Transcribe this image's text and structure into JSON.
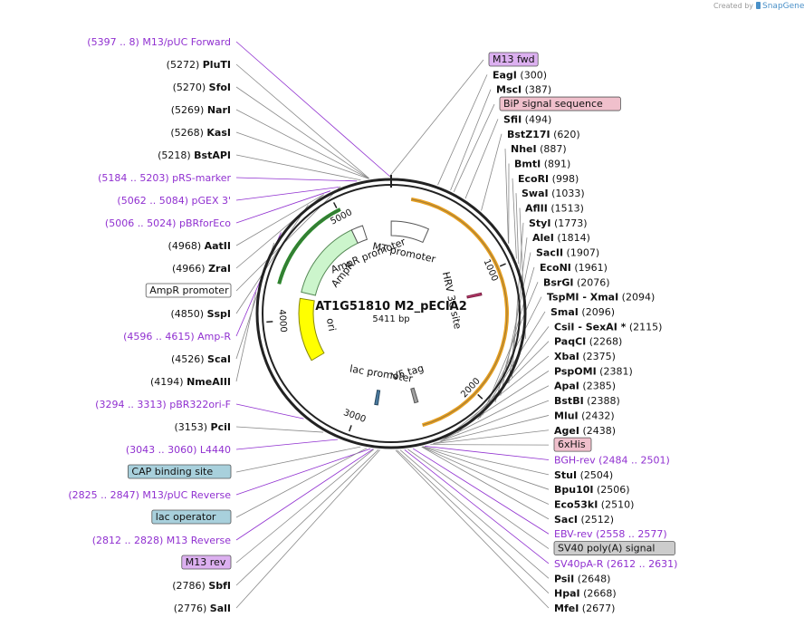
{
  "credit": {
    "text": "Created by",
    "brand": "SnapGene"
  },
  "plasmid": {
    "name": "AT1G51810 M2_pECIA2",
    "length": "5411 bp"
  },
  "tick_labels": [
    {
      "text": "1000",
      "pos": 1000
    },
    {
      "text": "2000",
      "pos": 2000
    },
    {
      "text": "3000",
      "pos": 3000
    },
    {
      "text": "4000",
      "pos": 4000
    },
    {
      "text": "5000",
      "pos": 5000
    }
  ],
  "features": [
    {
      "name": "MT promoter",
      "start": 1,
      "end": 360,
      "color": "#ffffff",
      "stroke": "#555555"
    },
    {
      "name": "HRV 3C site",
      "start": 1160,
      "end": 1180,
      "color": "#c04070",
      "stroke": "#7a1a40"
    },
    {
      "name": "V5 tag",
      "start": 2450,
      "end": 2485,
      "color": "#a0a0a0",
      "stroke": "#555555"
    },
    {
      "name": "lac promoter",
      "start": 2830,
      "end": 2860,
      "color": "#4a7aa0",
      "stroke": "#2a4a60"
    },
    {
      "name": "ori",
      "start": 3600,
      "end": 4200,
      "color": "#ffff00",
      "stroke": "#888800"
    },
    {
      "name": "AmpR",
      "start": 4260,
      "end": 5030,
      "color": "#ccf5cc",
      "stroke": "#558855"
    },
    {
      "name": "AmpR promoter",
      "start": 5030,
      "end": 5140,
      "color": "#ffffff",
      "stroke": "#555555"
    }
  ],
  "orf_arcs": [
    {
      "name": "ORF",
      "start": 150,
      "end": 2470,
      "color": "#e8a020"
    },
    {
      "name": "AmpR ORF",
      "start": 4280,
      "end": 5020,
      "color": "#2a8a2a"
    }
  ],
  "labels_left": [
    {
      "pos": "(5397 .. 8)",
      "name": "M13/pUC Forward",
      "type": "purple",
      "bp": 5405
    },
    {
      "pos": "(5272)",
      "name": "PluTI",
      "type": "enzyme",
      "bp": 5272
    },
    {
      "pos": "(5270)",
      "name": "SfoI",
      "type": "enzyme",
      "bp": 5270
    },
    {
      "pos": "(5269)",
      "name": "NarI",
      "type": "enzyme",
      "bp": 5269
    },
    {
      "pos": "(5268)",
      "name": "KasI",
      "type": "enzyme",
      "bp": 5268
    },
    {
      "pos": "(5218)",
      "name": "BstAPI",
      "type": "enzyme",
      "bp": 5218
    },
    {
      "pos": "(5184 .. 5203)",
      "name": "pRS-marker",
      "type": "purple",
      "bp": 5193
    },
    {
      "pos": "(5062 .. 5084)",
      "name": "pGEX 3'",
      "type": "purple",
      "bp": 5073
    },
    {
      "pos": "(5006 .. 5024)",
      "name": "pBRforEco",
      "type": "purple",
      "bp": 5015
    },
    {
      "pos": "(4968)",
      "name": "AatII",
      "type": "enzyme",
      "bp": 4968
    },
    {
      "pos": "(4966)",
      "name": "ZraI",
      "type": "enzyme",
      "bp": 4966
    },
    {
      "pos": "",
      "name": "AmpR promoter",
      "type": "box-white",
      "bp": 5085
    },
    {
      "pos": "(4850)",
      "name": "SspI",
      "type": "enzyme",
      "bp": 4850
    },
    {
      "pos": "(4596 .. 4615)",
      "name": "Amp-R",
      "type": "purple",
      "bp": 4605
    },
    {
      "pos": "(4526)",
      "name": "ScaI",
      "type": "enzyme",
      "bp": 4526
    },
    {
      "pos": "(4194)",
      "name": "NmeAIII",
      "type": "enzyme",
      "bp": 4194
    },
    {
      "pos": "(3294 .. 3313)",
      "name": "pBR322ori-F",
      "type": "purple",
      "bp": 3303
    },
    {
      "pos": "(3153)",
      "name": "PciI",
      "type": "enzyme",
      "bp": 3153
    },
    {
      "pos": "(3043 .. 3060)",
      "name": "L4440",
      "type": "purple",
      "bp": 3051
    },
    {
      "pos": "",
      "name": "CAP binding site",
      "type": "box-blue",
      "bp": 2900
    },
    {
      "pos": "(2825 .. 2847)",
      "name": "M13/pUC Reverse",
      "type": "purple",
      "bp": 2836
    },
    {
      "pos": "",
      "name": "lac operator",
      "type": "box-blue",
      "bp": 2860
    },
    {
      "pos": "(2812 .. 2828)",
      "name": "M13 Reverse",
      "type": "purple",
      "bp": 2820
    },
    {
      "pos": "",
      "name": "M13 rev",
      "type": "box-violet",
      "bp": 2815
    },
    {
      "pos": "(2786)",
      "name": "SbfI",
      "type": "enzyme",
      "bp": 2786
    },
    {
      "pos": "(2776)",
      "name": "SalI",
      "type": "enzyme",
      "bp": 2776
    }
  ],
  "labels_right": [
    {
      "pos": "",
      "name": "M13 fwd",
      "type": "box-violet",
      "bp": 5400
    },
    {
      "pos": "(300)",
      "name": "EagI",
      "type": "enzyme",
      "bp": 300
    },
    {
      "pos": "(387)",
      "name": "MscI",
      "type": "enzyme",
      "bp": 387
    },
    {
      "pos": "",
      "name": "BiP signal sequence",
      "type": "box-pink",
      "bp": 410
    },
    {
      "pos": "(494)",
      "name": "SfiI",
      "type": "enzyme",
      "bp": 494
    },
    {
      "pos": "(620)",
      "name": "BstZ17I",
      "type": "enzyme",
      "bp": 620
    },
    {
      "pos": "(887)",
      "name": "NheI",
      "type": "enzyme",
      "bp": 887
    },
    {
      "pos": "(891)",
      "name": "BmtI",
      "type": "enzyme",
      "bp": 891
    },
    {
      "pos": "(998)",
      "name": "EcoRI",
      "type": "enzyme",
      "bp": 998
    },
    {
      "pos": "(1033)",
      "name": "SwaI",
      "type": "enzyme",
      "bp": 1033
    },
    {
      "pos": "(1513)",
      "name": "AflII",
      "type": "enzyme",
      "bp": 1513
    },
    {
      "pos": "(1773)",
      "name": "StyI",
      "type": "enzyme",
      "bp": 1773
    },
    {
      "pos": "(1814)",
      "name": "AleI",
      "type": "enzyme",
      "bp": 1814
    },
    {
      "pos": "(1907)",
      "name": "SacII",
      "type": "enzyme",
      "bp": 1907
    },
    {
      "pos": "(1961)",
      "name": "EcoNI",
      "type": "enzyme",
      "bp": 1961
    },
    {
      "pos": "(2076)",
      "name": "BsrGI",
      "type": "enzyme",
      "bp": 2076
    },
    {
      "pos": "(2094)",
      "name": "TspMI - XmaI",
      "type": "enzyme",
      "bp": 2094
    },
    {
      "pos": "(2096)",
      "name": "SmaI",
      "type": "enzyme",
      "bp": 2096
    },
    {
      "pos": "(2115)",
      "name": "CsiI - SexAI *",
      "type": "enzyme",
      "bp": 2115
    },
    {
      "pos": "(2268)",
      "name": "PaqCI",
      "type": "enzyme",
      "bp": 2268
    },
    {
      "pos": "(2375)",
      "name": "XbaI",
      "type": "enzyme",
      "bp": 2375
    },
    {
      "pos": "(2381)",
      "name": "PspOMI",
      "type": "enzyme",
      "bp": 2381
    },
    {
      "pos": "(2385)",
      "name": "ApaI",
      "type": "enzyme",
      "bp": 2385
    },
    {
      "pos": "(2388)",
      "name": "BstBI",
      "type": "enzyme",
      "bp": 2388
    },
    {
      "pos": "(2432)",
      "name": "MluI",
      "type": "enzyme",
      "bp": 2432
    },
    {
      "pos": "(2438)",
      "name": "AgeI",
      "type": "enzyme",
      "bp": 2438
    },
    {
      "pos": "",
      "name": "6xHis",
      "type": "box-pink",
      "bp": 2455
    },
    {
      "pos": "(2484 .. 2501)",
      "name": "BGH-rev",
      "type": "purple",
      "bp": 2492
    },
    {
      "pos": "(2504)",
      "name": "StuI",
      "type": "enzyme",
      "bp": 2504
    },
    {
      "pos": "(2506)",
      "name": "Bpu10I",
      "type": "enzyme",
      "bp": 2506
    },
    {
      "pos": "(2510)",
      "name": "Eco53kI",
      "type": "enzyme",
      "bp": 2510
    },
    {
      "pos": "(2512)",
      "name": "SacI",
      "type": "enzyme",
      "bp": 2512
    },
    {
      "pos": "(2558 .. 2577)",
      "name": "EBV-rev",
      "type": "purple",
      "bp": 2567
    },
    {
      "pos": "",
      "name": "SV40 poly(A) signal",
      "type": "box-gray",
      "bp": 2600
    },
    {
      "pos": "(2612 .. 2631)",
      "name": "SV40pA-R",
      "type": "purple",
      "bp": 2621
    },
    {
      "pos": "(2648)",
      "name": "PsiI",
      "type": "enzyme",
      "bp": 2648
    },
    {
      "pos": "(2668)",
      "name": "HpaI",
      "type": "enzyme",
      "bp": 2668
    },
    {
      "pos": "(2677)",
      "name": "MfeI",
      "type": "enzyme",
      "bp": 2677
    }
  ],
  "colors": {
    "purple": "#9030d0",
    "box_violet": "#dcb0f0",
    "box_pink": "#f0c0cc",
    "box_blue": "#a8d0dc",
    "box_gray": "#cccccc",
    "orf_orange": "#e8a020",
    "orf_green": "#2a8a2a"
  }
}
